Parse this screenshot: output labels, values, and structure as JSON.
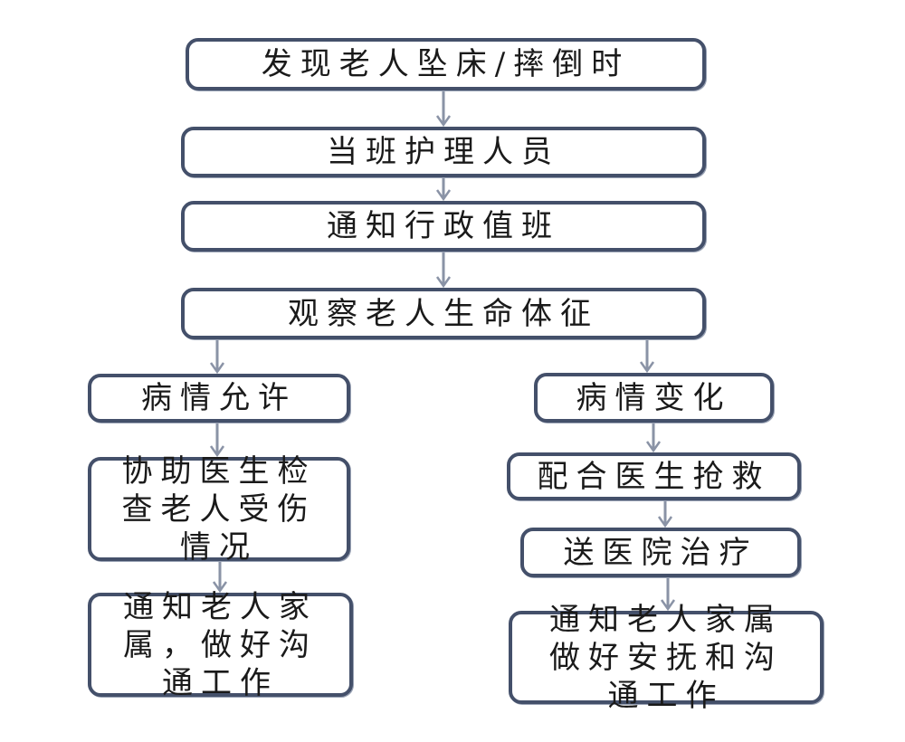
{
  "flowchart": {
    "nodes": [
      {
        "id": "discover",
        "text": "发现老人坠床/摔倒时"
      },
      {
        "id": "on_duty",
        "text": "当班护理人员"
      },
      {
        "id": "notify_admin",
        "text": "通知行政值班"
      },
      {
        "id": "observe_vitals",
        "text": "观察老人生命体征"
      },
      {
        "id": "condition_allows",
        "text": "病情允许"
      },
      {
        "id": "condition_changes",
        "text": "病情变化"
      },
      {
        "id": "assist_exam",
        "text": "协助医生检查老人受伤情况"
      },
      {
        "id": "assist_rescue",
        "text": "配合医生抢救"
      },
      {
        "id": "to_hospital",
        "text": "送医院治疗"
      },
      {
        "id": "notify_family_left",
        "text": "通知老人家属，做好沟通工作"
      },
      {
        "id": "notify_family_right",
        "text": "通知老人家属做好安抚和沟通工作"
      }
    ],
    "edges": [
      [
        "discover",
        "on_duty"
      ],
      [
        "on_duty",
        "notify_admin"
      ],
      [
        "notify_admin",
        "observe_vitals"
      ],
      [
        "observe_vitals",
        "condition_allows"
      ],
      [
        "observe_vitals",
        "condition_changes"
      ],
      [
        "condition_allows",
        "assist_exam"
      ],
      [
        "assist_exam",
        "notify_family_left"
      ],
      [
        "condition_changes",
        "assist_rescue"
      ],
      [
        "assist_rescue",
        "to_hospital"
      ],
      [
        "to_hospital",
        "notify_family_right"
      ]
    ],
    "colors": {
      "border": "#44506a",
      "arrow": "#8a93a6",
      "text": "#1a1a1a"
    }
  }
}
